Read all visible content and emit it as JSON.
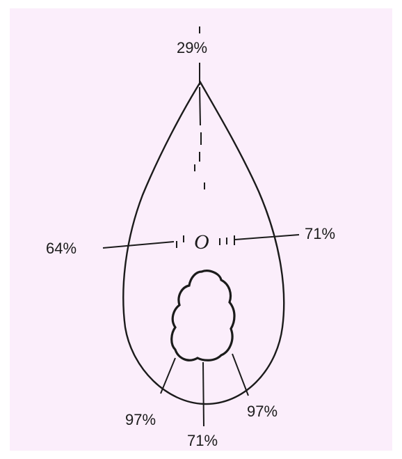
{
  "diagram": {
    "labels": {
      "apex": "29%",
      "left": "64%",
      "right": "71%",
      "bottom_left": "97%",
      "bottom_center": "71%",
      "bottom_right": "97%"
    },
    "center_mark": "O",
    "colors": {
      "background": "#fbeefb",
      "ink": "#1b1b1b"
    }
  }
}
